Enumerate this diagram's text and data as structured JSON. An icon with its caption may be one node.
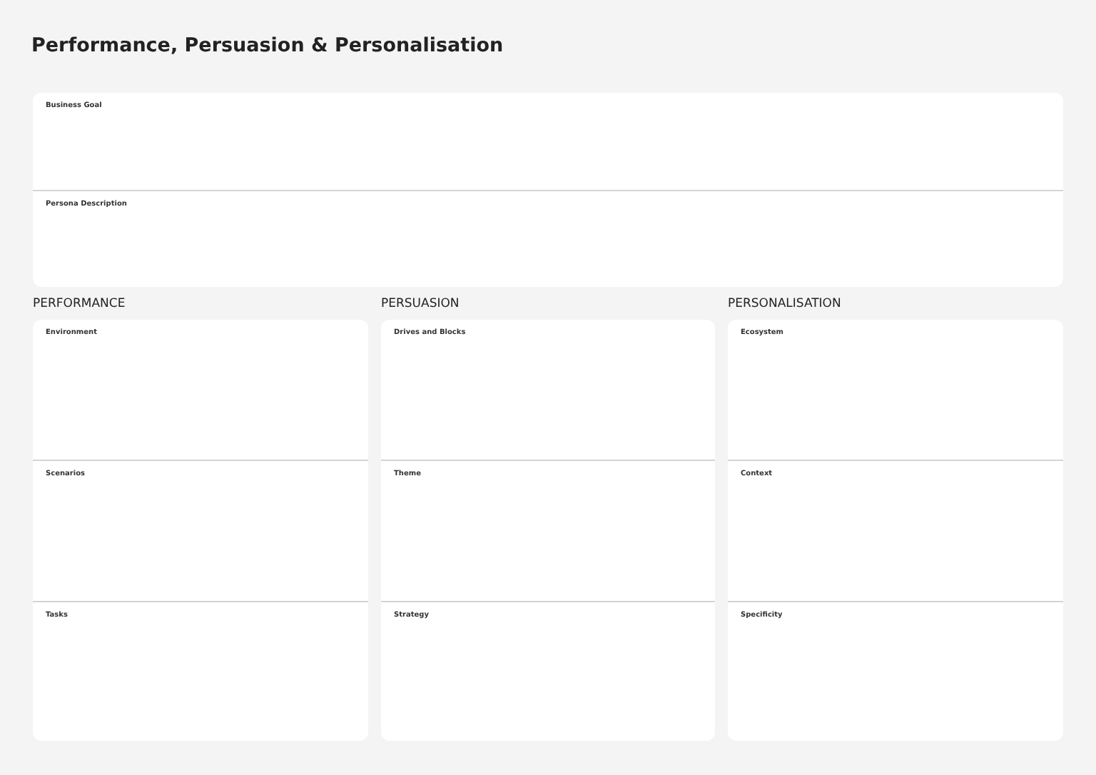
{
  "diagram": {
    "title": "Performance, Persuasion & Personalisation",
    "nodes": [
      {
        "text": [
          "Business Goal"
        ]
      },
      {
        "text": [
          "Persona Description"
        ]
      },
      {
        "text": [
          "PERFORMANCE"
        ]
      },
      {
        "text": [
          "Environment"
        ],
        "in": 2
      },
      {
        "text": [
          "Scenarios"
        ],
        "in": 2
      },
      {
        "text": [
          "Tasks"
        ],
        "in": 2
      },
      {
        "text": [
          "PERSUASION"
        ]
      },
      {
        "text": [
          "Drives and Blocks"
        ],
        "in": 6
      },
      {
        "text": [
          "Theme"
        ],
        "in": 6
      },
      {
        "text": [
          "Strategy"
        ],
        "in": 6
      },
      {
        "text": [
          "PERSONALISATION"
        ]
      },
      {
        "text": [
          "Ecosystem"
        ],
        "in": 10
      },
      {
        "text": [
          "Context"
        ],
        "in": 10
      },
      {
        "text": [
          "Specificity"
        ],
        "in": 10
      }
    ],
    "edges": []
  }
}
